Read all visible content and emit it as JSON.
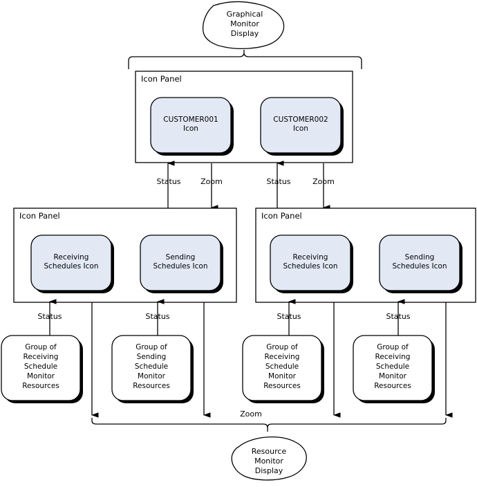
{
  "diagram": {
    "title": "Graphical Monitor Display and Resource Monitor Display structure",
    "colors": {
      "icon_fill": "#E2E9F5",
      "resource_fill": "#FFFFFF",
      "stroke": "#000000",
      "shadow": "#000000"
    },
    "top_display": {
      "name": "graphical-monitor-display",
      "label": "Graphical\nMonitor\nDisplay",
      "shape": "cloud"
    },
    "bottom_display": {
      "name": "resource-monitor-display",
      "label": "Resource\nMonitor\nDisplay",
      "shape": "cloud"
    },
    "panels": [
      {
        "id": "top-icon-panel",
        "label": "Icon Panel",
        "icons": [
          {
            "id": "customer001-icon",
            "label": "CUSTOMER001\nIcon"
          },
          {
            "id": "customer002-icon",
            "label": "CUSTOMER002\nIcon"
          }
        ]
      },
      {
        "id": "left-icon-panel",
        "label": "Icon Panel",
        "icons": [
          {
            "id": "left-receiving-schedules-icon",
            "label": "Receiving\nSchedules Icon"
          },
          {
            "id": "left-sending-schedules-icon",
            "label": "Sending\nSchedules Icon"
          }
        ]
      },
      {
        "id": "right-icon-panel",
        "label": "Icon Panel",
        "icons": [
          {
            "id": "right-receiving-schedules-icon",
            "label": "Receiving\nSchedules Icon"
          },
          {
            "id": "right-sending-schedules-icon",
            "label": "Sending\nSchedules Icon"
          }
        ]
      }
    ],
    "resource_groups": [
      {
        "id": "group-receiving-1",
        "label": "Group of\nReceiving\nSchedule\nMonitor\nResources"
      },
      {
        "id": "group-sending-1",
        "label": "Group of\nSending\nSchedule\nMonitor\nResources"
      },
      {
        "id": "group-receiving-2",
        "label": "Group of\nReceiving\nSchedule\nMonitor\nResources"
      },
      {
        "id": "group-receiving-3",
        "label": "Group of\nReceiving\nSchedule\nMonitor\nResources"
      }
    ],
    "edge_labels": {
      "status": "Status",
      "zoom": "Zoom"
    },
    "edges": [
      {
        "id": "status-customer001",
        "label": "Status",
        "direction": "up"
      },
      {
        "id": "zoom-customer001",
        "label": "Zoom",
        "direction": "down"
      },
      {
        "id": "status-customer002",
        "label": "Status",
        "direction": "up"
      },
      {
        "id": "zoom-customer002",
        "label": "Zoom",
        "direction": "down"
      },
      {
        "id": "status-left-receiving",
        "label": "Status",
        "direction": "up"
      },
      {
        "id": "status-left-sending",
        "label": "Status",
        "direction": "up"
      },
      {
        "id": "status-right-receiving",
        "label": "Status",
        "direction": "up"
      },
      {
        "id": "status-right-sending",
        "label": "Status",
        "direction": "up"
      },
      {
        "id": "zoom-bottom-brace",
        "label": "Zoom",
        "direction": "down"
      }
    ]
  }
}
